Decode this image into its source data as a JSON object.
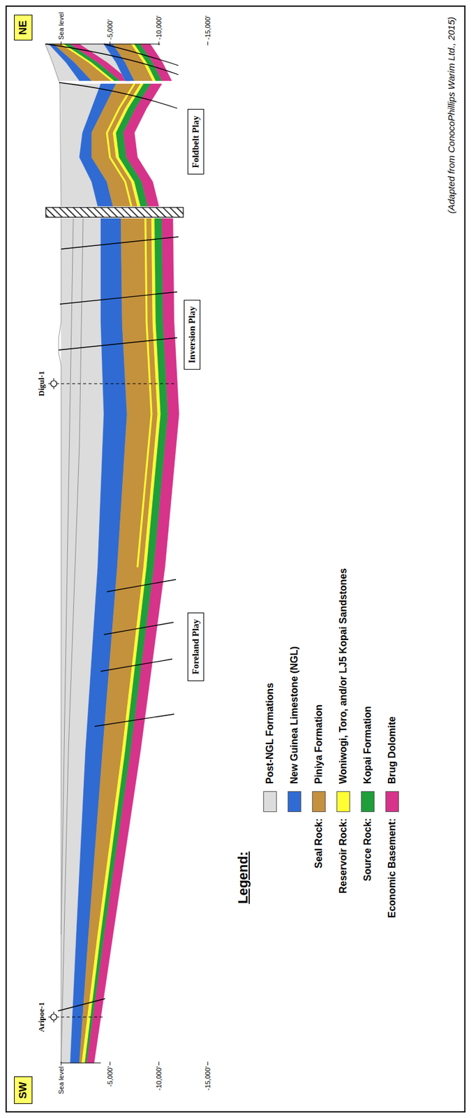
{
  "diagram": {
    "caption": "(Adapted from ConocoPhillips Warim Ltd., 2015)",
    "nodes": [
      {
        "text": [
          "SW"
        ]
      },
      {
        "text": [
          "NE"
        ]
      },
      {
        "text": [
          "Foreland Play"
        ]
      },
      {
        "text": [
          "Inversion Play"
        ]
      },
      {
        "text": [
          "Foldbelt Play"
        ]
      }
    ],
    "labels": [
      "Aripoe-1",
      "Digul-1",
      "Sea level",
      "-5,000'",
      "-10,000'",
      "-15,000'",
      "Sea level",
      "-5,000'",
      "-10,000'",
      "-15,000'",
      "Legend:",
      "Seal Rock:",
      "Reservoir Rock:",
      "Source Rock:",
      "Economic Basement:"
    ],
    "legend": [
      {
        "text": "Post-NGL Formations",
        "color": "#dcdcdc"
      },
      {
        "text": "New Guinea Limestone (NGL)",
        "color": "#2f6bd3"
      },
      {
        "text": "Piniya Formation",
        "color": "#c4913d"
      },
      {
        "text": "Woniwogi, Toro, and/or LJ5 Kopai Sandstones",
        "color": "#ffff33"
      },
      {
        "text": "Kopai Formation",
        "color": "#1f9e3c"
      },
      {
        "text": "Brug Dolomite",
        "color": "#d6338a"
      }
    ]
  }
}
